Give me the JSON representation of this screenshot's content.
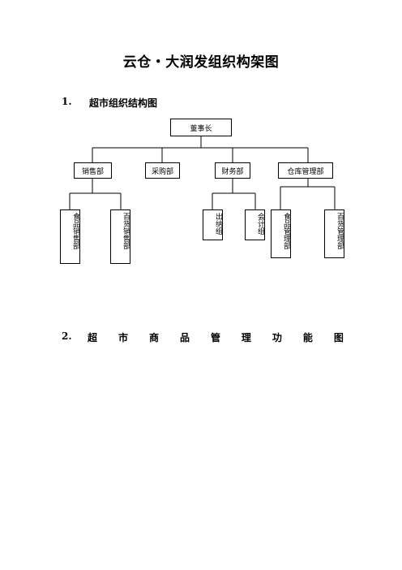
{
  "title": "云仓・大润发组织构架图",
  "section1": {
    "number": "1.",
    "title": "超市组织结构图"
  },
  "org": {
    "root": "董事长",
    "departments": [
      "销售部",
      "采购部",
      "财务部",
      "仓库管理部"
    ],
    "sub_sales": [
      "食品销售部",
      "百货销售部"
    ],
    "sub_finance": [
      "出纳组",
      "会计组"
    ],
    "sub_warehouse": [
      "食品管理部",
      "百货管理部"
    ]
  },
  "section2": {
    "number": "2.",
    "title_chars": [
      "超",
      "市",
      "商",
      "品",
      "管",
      "理",
      "功",
      "能",
      "图"
    ]
  }
}
